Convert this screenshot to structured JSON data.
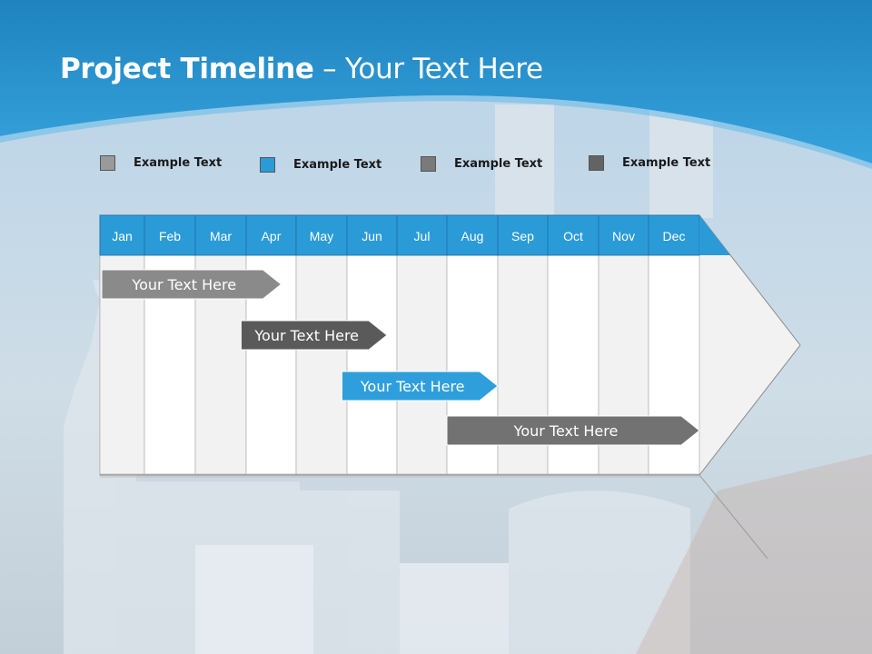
{
  "slide": {
    "title_bold": "Project Timeline",
    "title_rest": " – Your Text Here"
  },
  "legend": [
    {
      "label": "Example Text",
      "color": "#9a9a9a"
    },
    {
      "label": "Example Text",
      "color": "#2b9bd8"
    },
    {
      "label": "Example Text",
      "color": "#7a7a7a"
    },
    {
      "label": "Example Text",
      "color": "#636363"
    }
  ],
  "months": [
    "Jan",
    "Feb",
    "Mar",
    "Apr",
    "May",
    "Jun",
    "Jul",
    "Aug",
    "Sep",
    "Oct",
    "Nov",
    "Dec"
  ],
  "tasks": [
    {
      "label": "Your  Text Here",
      "start_month": 1,
      "end_month": 4.7,
      "color": "#8a8a8a"
    },
    {
      "label": "Your  Text Here",
      "start_month": 3.9,
      "end_month": 6.8,
      "color": "#5a5a5a"
    },
    {
      "label": "Your  Text Here",
      "start_month": 5.9,
      "end_month": 9.0,
      "color": "#2e9fdc"
    },
    {
      "label": "Your  Text Here",
      "start_month": 8.0,
      "end_month": 12.0,
      "color": "#727272"
    }
  ],
  "colors": {
    "header_blue": "#2b9bd8",
    "band_blue": "#2f9ad4",
    "column_light": "#f2f2f2",
    "column_white": "#ffffff"
  }
}
